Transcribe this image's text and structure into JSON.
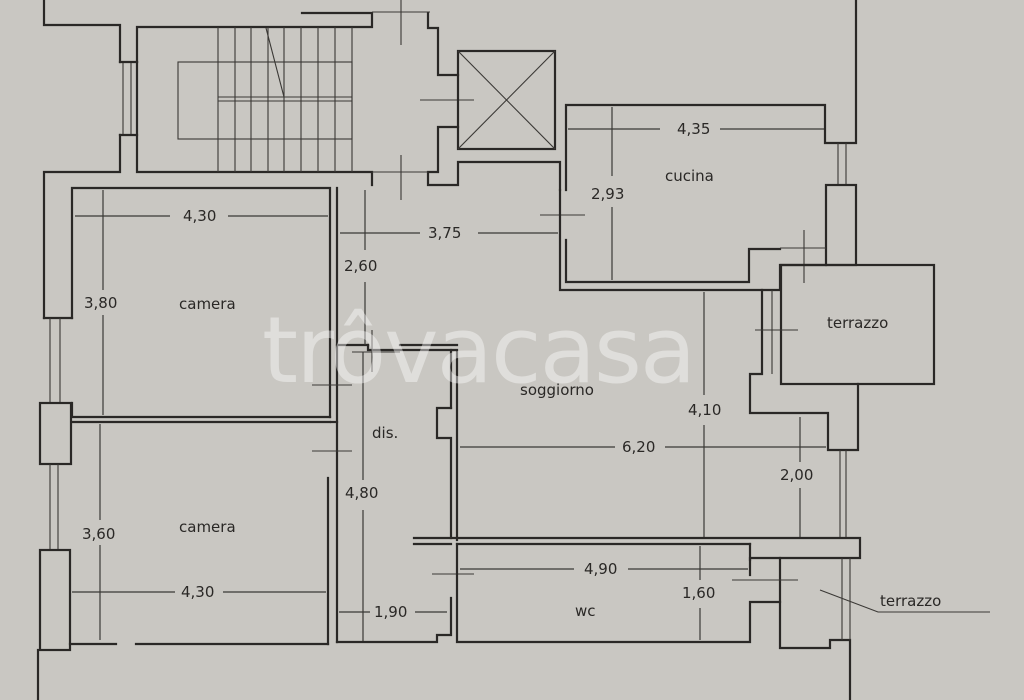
{
  "plan": {
    "watermark": "trôvacasa",
    "rooms": {
      "camera_top": "camera",
      "camera_bottom": "camera",
      "cucina": "cucina",
      "soggiorno": "soggiorno",
      "dis": "dis.",
      "wc": "wc",
      "terrazzo_right": "terrazzo",
      "terrazzo_bottom": "terrazzo"
    },
    "dimensions": {
      "camera_top_width": "4,30",
      "camera_top_height": "3,80",
      "camera_bottom_width": "4,30",
      "camera_bottom_height": "3,60",
      "corridor_width": "3,75",
      "corridor_height": "2,60",
      "cucina_width": "4,35",
      "cucina_height": "2,93",
      "soggiorno_width": "6,20",
      "soggiorno_height": "4,10",
      "soggiorno_window_height": "2,00",
      "dis_height": "4,80",
      "dis_width": "1,90",
      "wc_width": "4,90",
      "wc_height": "1,60"
    },
    "colors": {
      "paper": "#c9c7c2",
      "ink": "#2a2826"
    }
  }
}
